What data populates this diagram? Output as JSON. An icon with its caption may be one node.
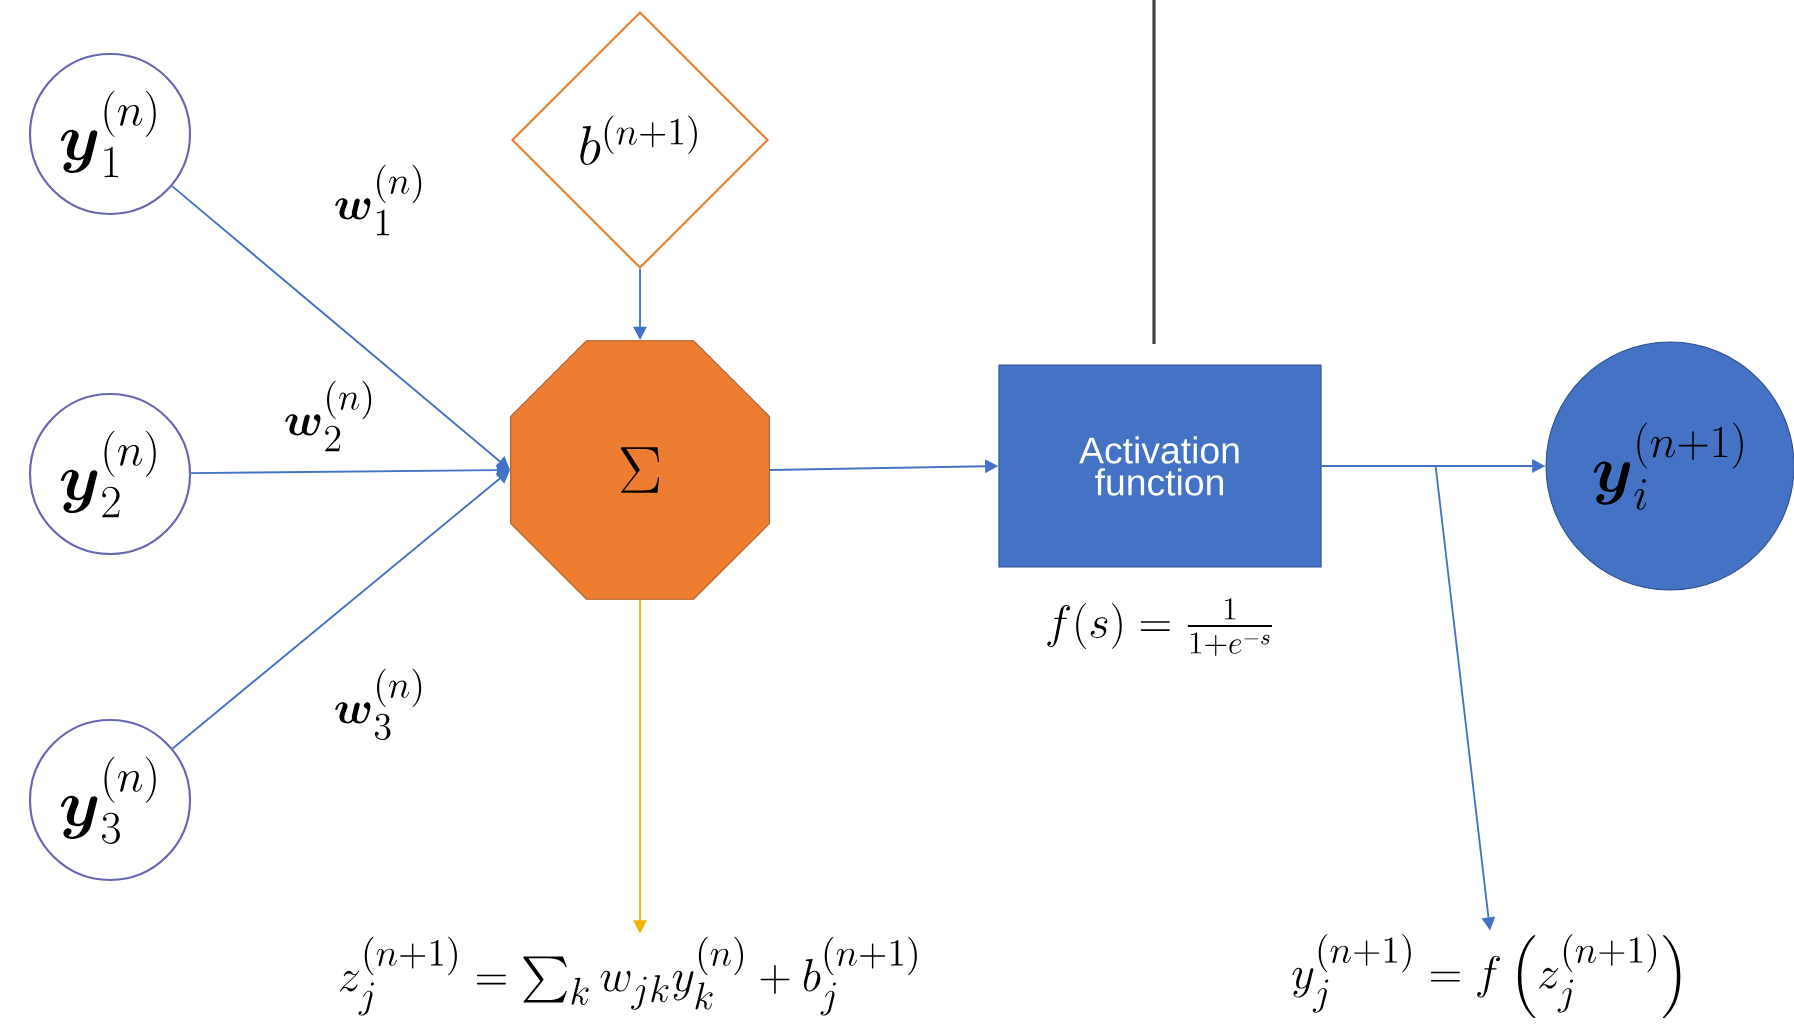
{
  "diagram": {
    "nodes": [
      {
        "text": [
          "\\boldsymbol{y}_1^{(n)}"
        ]
      },
      {
        "text": [
          "\\boldsymbol{y}_2^{(n)}"
        ]
      },
      {
        "text": [
          "\\boldsymbol{y}_3^{(n)}"
        ]
      },
      {
        "text": [
          "b^{(n+1)}"
        ]
      },
      {
        "text": [
          "\\Sigma"
        ]
      },
      {
        "text": [
          "Activation function"
        ],
        "beside": [
          "f(s) = \\frac{1}{1+e^{-s}}"
        ]
      },
      {
        "text": [
          "\\boldsymbol{y}_i^{(n+1)}"
        ]
      },
      {
        "text": [
          "z_j^{(n+1)} = \\sum_k w_{jk} y_k^{(n)} + b_j^{(n+1)}"
        ]
      },
      {
        "text": [
          "y_j^{(n+1)} = f\\left(z_j^{(n+1)}\\right)"
        ]
      }
    ],
    "edges": [
      {
        "from": 0,
        "to": 4,
        "arrow": "to",
        "label": "\\boldsymbol{w}_1^{(n)}"
      },
      {
        "from": 1,
        "to": 4,
        "arrow": "to",
        "label": "\\boldsymbol{w}_2^{(n)}"
      },
      {
        "from": 2,
        "to": 4,
        "arrow": "to",
        "label": "\\boldsymbol{w}_3^{(n)}"
      },
      {
        "from": 3,
        "to": 4,
        "arrow": "to"
      },
      {
        "from": 4,
        "to": 5,
        "arrow": "to"
      },
      {
        "from": 5,
        "to": 6,
        "arrow": "to"
      },
      {
        "from": 5,
        "to": 8,
        "arrow": "to"
      },
      {
        "from": 4,
        "to": 7,
        "arrow": "to",
        "color": "#f5b400"
      }
    ]
  }
}
